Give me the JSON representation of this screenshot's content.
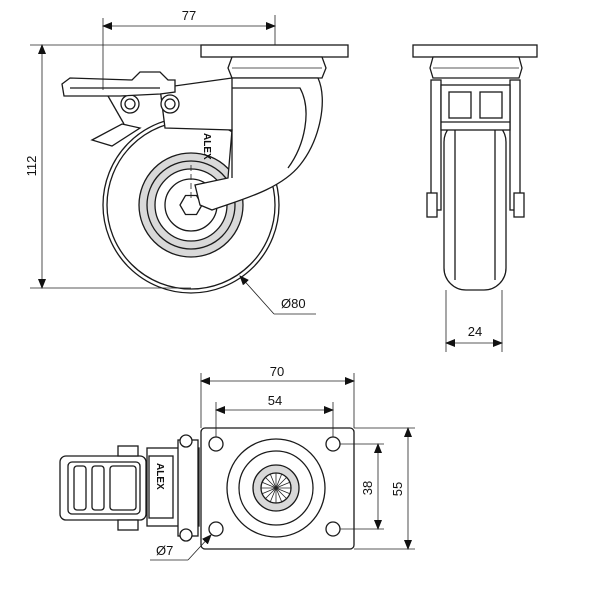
{
  "dimensions": {
    "top_width": "77",
    "height": "112",
    "wheel_diameter": "Ø80",
    "wheel_width": "24",
    "plate_width": "70",
    "bolt_spacing_x": "54",
    "bolt_spacing_y": "38",
    "plate_length": "55",
    "bolt_hole_diameter": "Ø7"
  },
  "brand": {
    "side_logo": "ALEX",
    "bottom_logo": "ALEX"
  }
}
